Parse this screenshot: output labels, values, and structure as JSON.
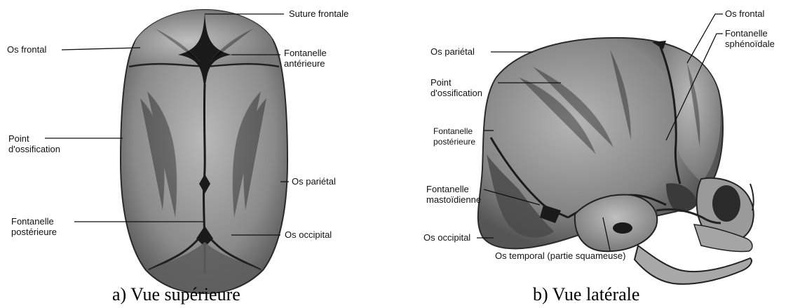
{
  "figure_a": {
    "caption": "a) Vue supérieure",
    "labels": {
      "suture_frontale": "Suture frontale",
      "os_frontal": "Os frontal",
      "fontanelle_anterieure": "Fontanelle\nantérieure",
      "point_ossification": "Point\nd'ossification",
      "os_parietal": "Os pariétal",
      "fontanelle_posterieure": "Fontanelle\npostérieure",
      "os_occipital": "Os occipital"
    }
  },
  "figure_b": {
    "caption": "b) Vue latérale",
    "labels": {
      "os_frontal": "Os frontal",
      "os_parietal": "Os pariétal",
      "fontanelle_sphenoidale": "Fontanelle\nsphénoïdale",
      "point_ossification": "Point\nd'ossification",
      "fontanelle_posterieure": "Fontanelle\npostérieure",
      "fontanelle_mastoidienne": "Fontanelle\nmastoïdienne",
      "os_occipital": "Os occipital",
      "os_temporal": "Os temporal (partie squameuse)"
    }
  }
}
